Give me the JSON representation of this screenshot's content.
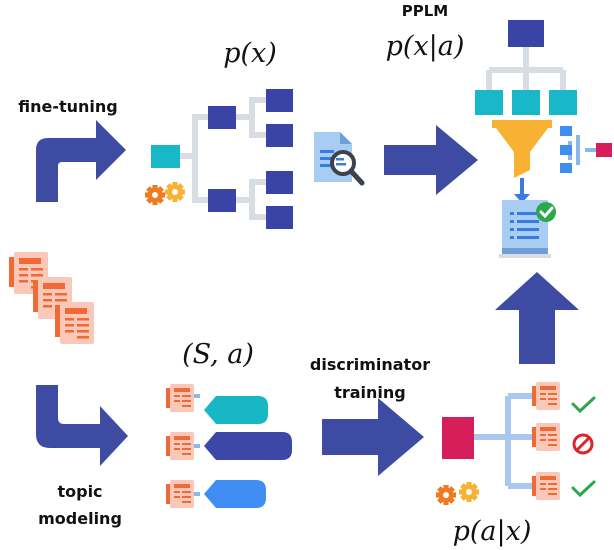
{
  "labels": {
    "pplm": "PPLM",
    "px": "p(x)",
    "pxa": "p(x|a)",
    "fine_tuning": "fine-tuning",
    "topic": "topic",
    "modeling": "modeling",
    "sa": "(S, a)",
    "discriminator": "discriminator",
    "training": "training",
    "pax": "p(a|x)"
  },
  "colors": {
    "arrow": "#3d4ba3",
    "tree_node": "#3a43a6",
    "input_node": "#19b8c8",
    "tree_line": "#d8dde4",
    "doc_fill": "#f9c8b8",
    "doc_stripe": "#f06a35",
    "gear": "#ef7a20",
    "filter": "#f7b233",
    "disc_node": "#d61e5a",
    "check": "#2ca74d",
    "prohibited": "#d7262e",
    "tag_cyan": "#17b7c6",
    "tag_indigo": "#3d47a8",
    "tag_blue": "#3f8df3",
    "branch_blue": "#88b8ee"
  },
  "icons": [
    "gear-icon",
    "document-search-icon",
    "filter-icon",
    "checklist-icon",
    "check-icon",
    "prohibited-icon",
    "newspaper-icon",
    "tag-icon"
  ]
}
